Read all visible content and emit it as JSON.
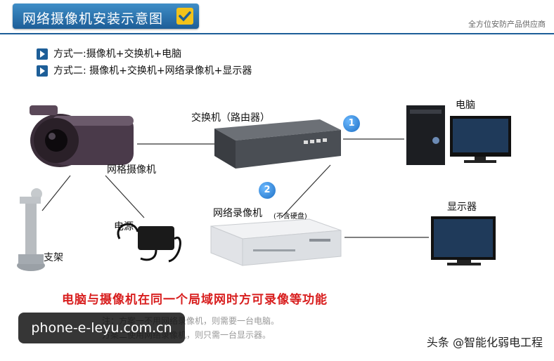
{
  "header": {
    "title": "网络摄像机安装示意图",
    "brand": "全方位安防产品供应商",
    "check_icon": "check-icon"
  },
  "methods": [
    "方式一:摄像机+交换机+电脑",
    "方式二: 摄像机+交换机+网络录像机+显示器"
  ],
  "labels": {
    "switch": "交换机（路由器）",
    "computer": "电脑",
    "camera": "网格摄像机",
    "nvr": "网络录像机",
    "nvr_note": "(不含硬盘)",
    "monitor": "显示器",
    "power": "电源",
    "bracket": "支架"
  },
  "badges": [
    "1",
    "2"
  ],
  "notice": "电脑与摄像机在同一个局域网时方可录像等功能",
  "notes": [
    "注：方案一不用网络录像机，则需要一台电脑。",
    "方案二使用网络录像机，则只需一台显示器。"
  ],
  "watermark": "phone-e-leyu.com.cn",
  "credit": "头条 @智能化弱电工程",
  "colors": {
    "title_bg": "#1d5e98",
    "notice": "#d81e1e",
    "badge": "#1e6fc4"
  }
}
